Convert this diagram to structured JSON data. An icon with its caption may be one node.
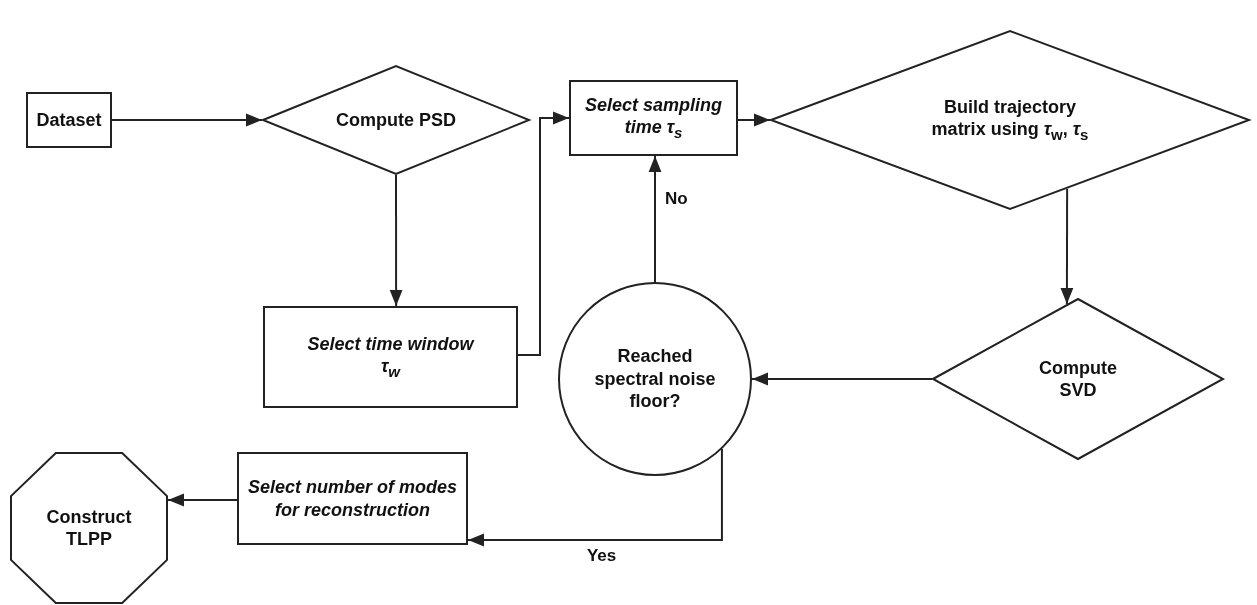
{
  "diagram": {
    "nodes": [
      {
        "text": [
          "Dataset"
        ]
      },
      {
        "text": [
          "Compute PSD"
        ]
      },
      {
        "text": [
          "Select time window τ$_{w}$"
        ]
      },
      {
        "text": [
          "Select sampling time τ$_{s}$"
        ]
      },
      {
        "text": [
          "Build trajectory matrix using *τ*$_{w}$, *τ*$_{s}$"
        ]
      },
      {
        "text": [
          "Compute SVD"
        ]
      },
      {
        "text": [
          "Reached spectral noise floor?"
        ]
      },
      {
        "text": [
          "Select number of modes for reconstruction"
        ]
      },
      {
        "text": [
          "Construct TLPP"
        ]
      }
    ],
    "edges": [
      {
        "from": 0,
        "to": 1,
        "arrow": "to"
      },
      {
        "from": 1,
        "to": 2,
        "arrow": "to"
      },
      {
        "from": 2,
        "to": 3,
        "arrow": "to"
      },
      {
        "from": 3,
        "to": 4,
        "arrow": "to"
      },
      {
        "from": 4,
        "to": 5,
        "arrow": "to"
      },
      {
        "from": 5,
        "to": 6,
        "arrow": "to"
      },
      {
        "from": 6,
        "to": 3,
        "arrow": "to",
        "label": "No"
      },
      {
        "from": 6,
        "to": 7,
        "arrow": "to",
        "label": "Yes"
      },
      {
        "from": 7,
        "to": 8,
        "arrow": "to"
      }
    ]
  }
}
